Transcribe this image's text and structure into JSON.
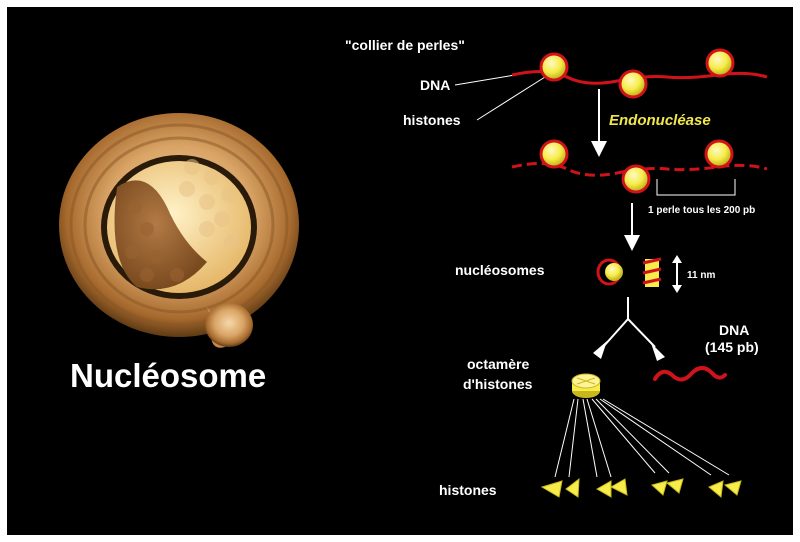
{
  "title": "Nucléosome",
  "labels": {
    "pearls": "\"collier de perles\"",
    "dna": "DNA",
    "histones_top": "histones",
    "endonuclease": "Endonucléase",
    "pearl_spacing": "1 perle tous les 200 pb",
    "nucleosomes": "nucléosomes",
    "size": "11 nm",
    "dna_fragment": "DNA",
    "dna_length": "(145 pb)",
    "octamer_line1": "octamère",
    "octamer_line2": "d'histones",
    "histones_bottom": "histones"
  },
  "colors": {
    "background": "#000000",
    "dna": "#d0121b",
    "histone": "#f6ec4a",
    "text": "#ffffff",
    "enzyme_text": "#f1e64a"
  },
  "icons": [
    "nucleosome-illustration",
    "arrow-down-icon",
    "double-arrow-icon",
    "histone-wedge-icon"
  ]
}
